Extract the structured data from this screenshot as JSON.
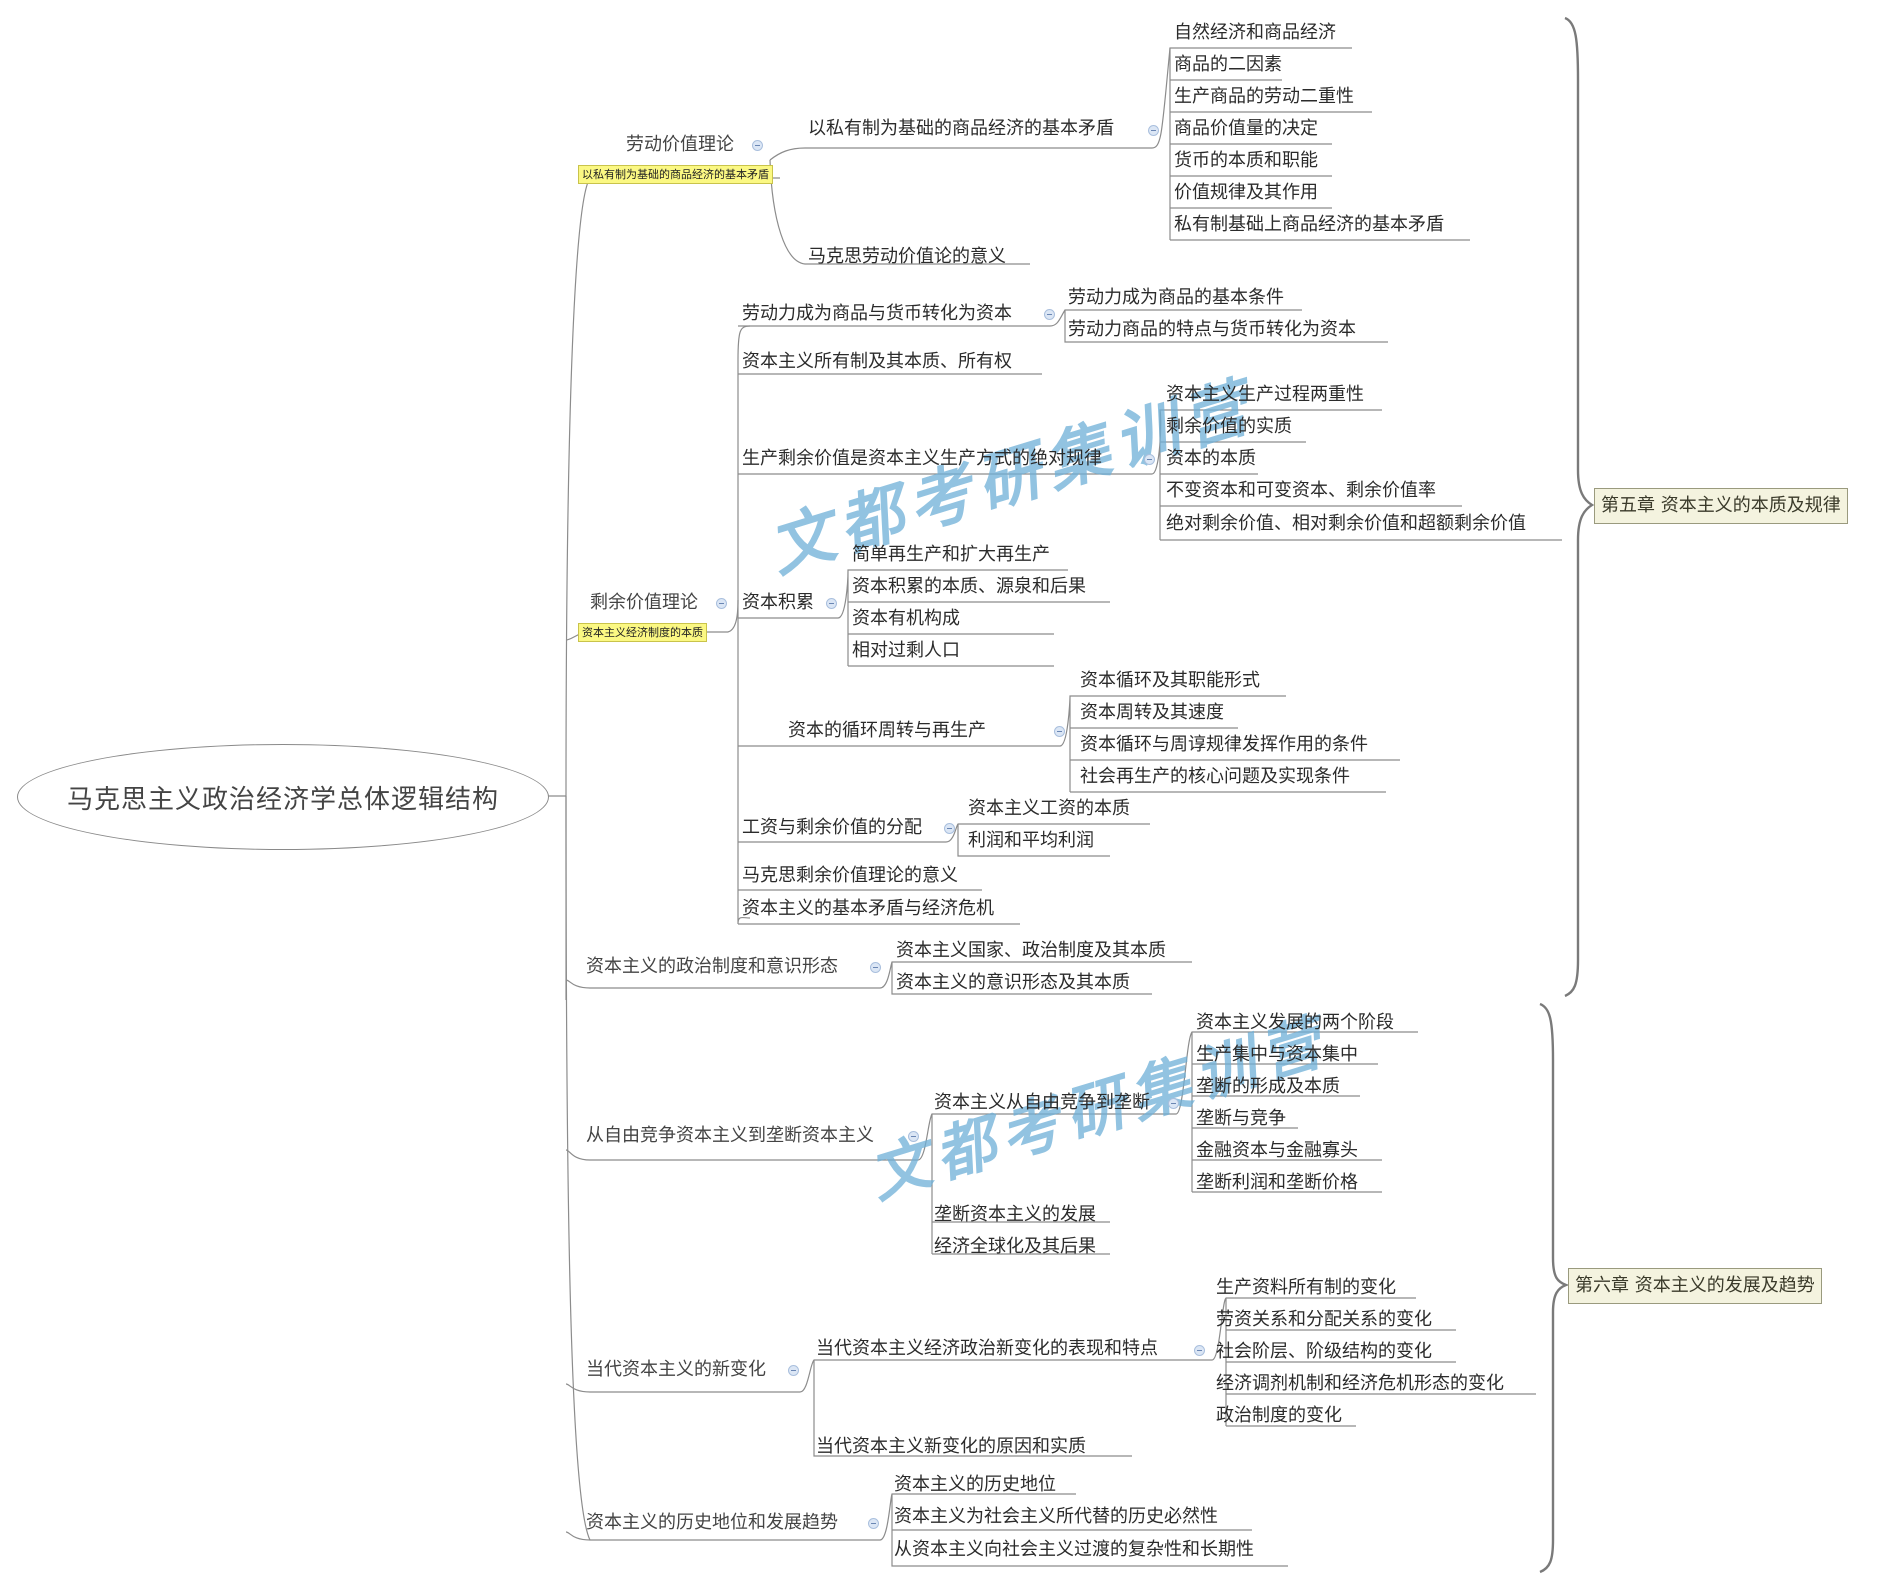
{
  "root": {
    "label": "马克思主义政治经济学总体逻辑结构"
  },
  "chapters": [
    {
      "label": "第五章 资本主义的本质及规律"
    },
    {
      "label": "第六章 资本主义的发展及趋势"
    }
  ],
  "watermark": {
    "text": "文都考研集训营",
    "color": "#6fb0d8"
  },
  "branches": [
    {
      "label": "劳动价值理论",
      "note": "以私有制为基础的商品经济的基本矛盾",
      "children": [
        {
          "label": "以私有制为基础的商品经济的基本矛盾",
          "children": [
            {
              "label": "自然经济和商品经济"
            },
            {
              "label": "商品的二因素"
            },
            {
              "label": "生产商品的劳动二重性"
            },
            {
              "label": "商品价值量的决定"
            },
            {
              "label": "货币的本质和职能"
            },
            {
              "label": "价值规律及其作用"
            },
            {
              "label": "私有制基础上商品经济的基本矛盾"
            }
          ]
        },
        {
          "label": "马克思劳动价值论的意义"
        }
      ]
    },
    {
      "label": "剩余价值理论",
      "note": "资本主义经济制度的本质",
      "children": [
        {
          "label": "劳动力成为商品与货币转化为资本",
          "children": [
            {
              "label": "劳动力成为商品的基本条件"
            },
            {
              "label": "劳动力商品的特点与货币转化为资本"
            }
          ]
        },
        {
          "label": "资本主义所有制及其本质、所有权"
        },
        {
          "label": "生产剩余价值是资本主义生产方式的绝对规律",
          "children": [
            {
              "label": "资本主义生产过程两重性"
            },
            {
              "label": "剩余价值的实质"
            },
            {
              "label": "资本的本质"
            },
            {
              "label": "不变资本和可变资本、剩余价值率"
            },
            {
              "label": "绝对剩余价值、相对剩余价值和超额剩余价值"
            }
          ]
        },
        {
          "label": "资本积累",
          "children": [
            {
              "label": "简单再生产和扩大再生产"
            },
            {
              "label": "资本积累的本质、源泉和后果"
            },
            {
              "label": "资本有机构成"
            },
            {
              "label": "相对过剩人口"
            }
          ]
        },
        {
          "label": "资本的循环周转与再生产",
          "children": [
            {
              "label": "资本循环及其职能形式"
            },
            {
              "label": "资本周转及其速度"
            },
            {
              "label": "资本循环与周谆规律发挥作用的条件"
            },
            {
              "label": "社会再生产的核心问题及实现条件"
            }
          ]
        },
        {
          "label": "工资与剩余价值的分配",
          "children": [
            {
              "label": "资本主义工资的本质"
            },
            {
              "label": "利润和平均利润"
            }
          ]
        },
        {
          "label": "马克思剩余价值理论的意义"
        },
        {
          "label": "资本主义的基本矛盾与经济危机"
        }
      ]
    },
    {
      "label": "资本主义的政治制度和意识形态",
      "children": [
        {
          "label": "资本主义国家、政治制度及其本质"
        },
        {
          "label": "资本主义的意识形态及其本质"
        }
      ]
    },
    {
      "label": "从自由竞争资本主义到垄断资本主义",
      "children": [
        {
          "label": "资本主义从自由竞争到垄断",
          "children": [
            {
              "label": "资本主义发展的两个阶段"
            },
            {
              "label": "生产集中与资本集中"
            },
            {
              "label": "垄断的形成及本质"
            },
            {
              "label": "垄断与竞争"
            },
            {
              "label": "金融资本与金融寡头"
            },
            {
              "label": "垄断利润和垄断价格"
            }
          ]
        },
        {
          "label": "垄断资本主义的发展"
        },
        {
          "label": "经济全球化及其后果"
        }
      ]
    },
    {
      "label": "当代资本主义的新变化",
      "children": [
        {
          "label": "当代资本主义经济政治新变化的表现和特点",
          "children": [
            {
              "label": "生产资料所有制的变化"
            },
            {
              "label": "劳资关系和分配关系的变化"
            },
            {
              "label": "社会阶层、阶级结构的变化"
            },
            {
              "label": "经济调剂机制和经济危机形态的变化"
            },
            {
              "label": "政治制度的变化"
            }
          ]
        },
        {
          "label": "当代资本主义新变化的原因和实质"
        }
      ]
    },
    {
      "label": "资本主义的历史地位和发展趋势",
      "children": [
        {
          "label": "资本主义的历史地位"
        },
        {
          "label": "资本主义为社会主义所代替的历史必然性"
        },
        {
          "label": "从资本主义向社会主义过渡的复杂性和长期性"
        }
      ]
    }
  ]
}
